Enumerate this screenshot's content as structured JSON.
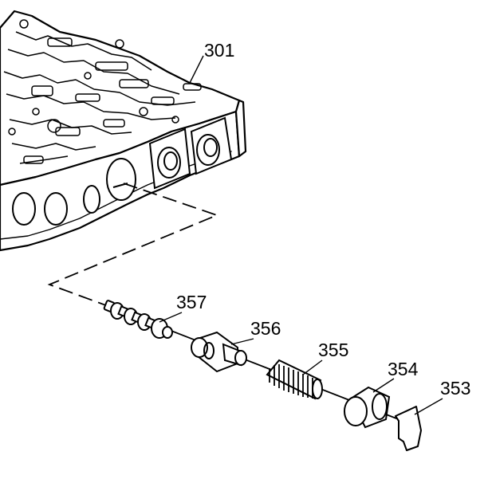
{
  "diagram": {
    "callouts": {
      "c301": "301",
      "c357": "357",
      "c356": "356",
      "c355": "355",
      "c354": "354",
      "c353": "353"
    },
    "colors": {
      "ink": "#000000",
      "paper": "#ffffff"
    }
  }
}
